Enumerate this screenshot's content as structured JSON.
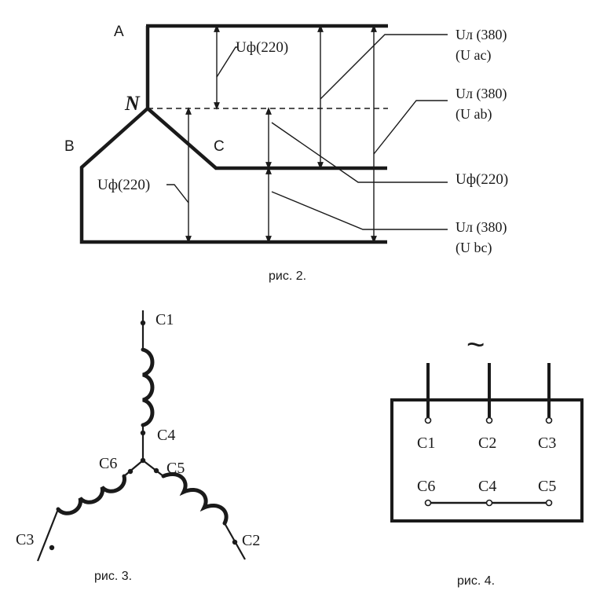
{
  "fig2": {
    "phase_a": "A",
    "phase_b": "B",
    "phase_c": "C",
    "neutral": "N",
    "uf_top": "Uф(220)",
    "uf_left": "Uф(220)",
    "ul_ac": "Uл (380)",
    "ul_ac_sub": "(U ac)",
    "ul_ab": "Uл (380)",
    "ul_ab_sub": "(U ab)",
    "uf_right": "Uф(220)",
    "ul_bc": "Uл (380)",
    "ul_bc_sub": "(U bc)",
    "caption": "рис. 2."
  },
  "fig3": {
    "c1": "C1",
    "c4": "C4",
    "c6": "C6",
    "c5": "C5",
    "c3": "C3",
    "c2": "C2",
    "caption": "рис. 3."
  },
  "fig4": {
    "ac_symbol": "~",
    "c1": "C1",
    "c2": "C2",
    "c3": "C3",
    "c6": "C6",
    "c4": "C4",
    "c5": "C5",
    "caption": "рис. 4."
  }
}
